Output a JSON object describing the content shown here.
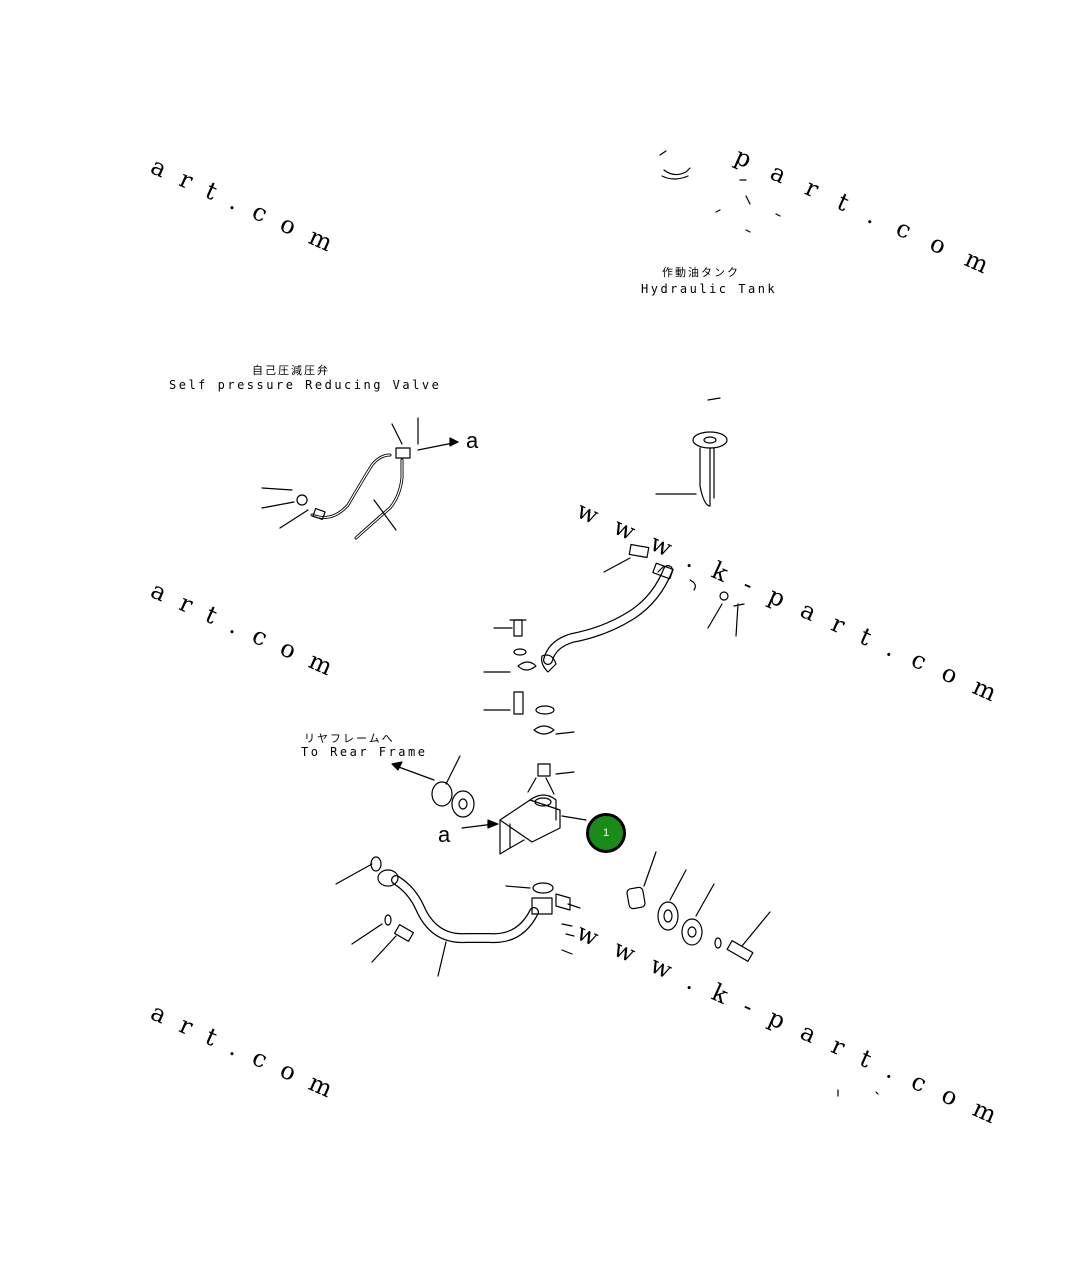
{
  "watermarks": {
    "wm1": "art.com",
    "wm2": "p a r t . c o m",
    "wm3": "art.com",
    "wm4": "w w w . k - p a r t . c o m",
    "wm5": "art.com",
    "wm6": "w w w . k - p a r t . c o m"
  },
  "labels": {
    "tank_jp": "作動油タンク",
    "tank_en": "Hydraulic Tank",
    "valve_jp": "自己圧減圧弁",
    "valve_en": "Self pressure Reducing Valve",
    "frame_jp": "リヤフレームへ",
    "frame_en": "To Rear Frame",
    "ref_a1": "a",
    "ref_a2": "a"
  },
  "callout": {
    "number": "1",
    "color": "#1a8a1a"
  },
  "colors": {
    "callout_fill": "#1a8a1a",
    "line": "#000000"
  }
}
